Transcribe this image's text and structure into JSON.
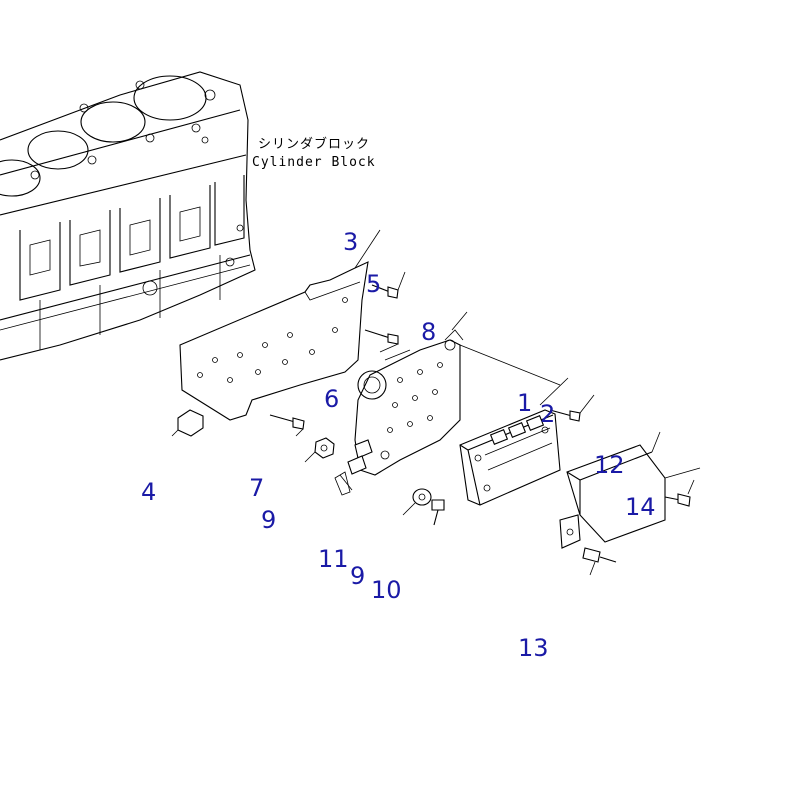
{
  "diagram": {
    "caption_jp": "シリンダブロック",
    "caption_en": "Cylinder Block",
    "colors": {
      "callout": "#1a1aa6",
      "line": "#000000"
    },
    "callouts": [
      {
        "id": "3",
        "text": "3"
      },
      {
        "id": "5",
        "text": "5"
      },
      {
        "id": "8",
        "text": "8"
      },
      {
        "id": "6",
        "text": "6"
      },
      {
        "id": "1",
        "text": "1"
      },
      {
        "id": "2",
        "text": "2"
      },
      {
        "id": "12",
        "text": "12"
      },
      {
        "id": "14",
        "text": "14"
      },
      {
        "id": "4",
        "text": "4"
      },
      {
        "id": "7",
        "text": "7"
      },
      {
        "id": "9a",
        "text": "9"
      },
      {
        "id": "11",
        "text": "11"
      },
      {
        "id": "9b",
        "text": "9"
      },
      {
        "id": "10",
        "text": "10"
      },
      {
        "id": "13",
        "text": "13"
      }
    ]
  }
}
